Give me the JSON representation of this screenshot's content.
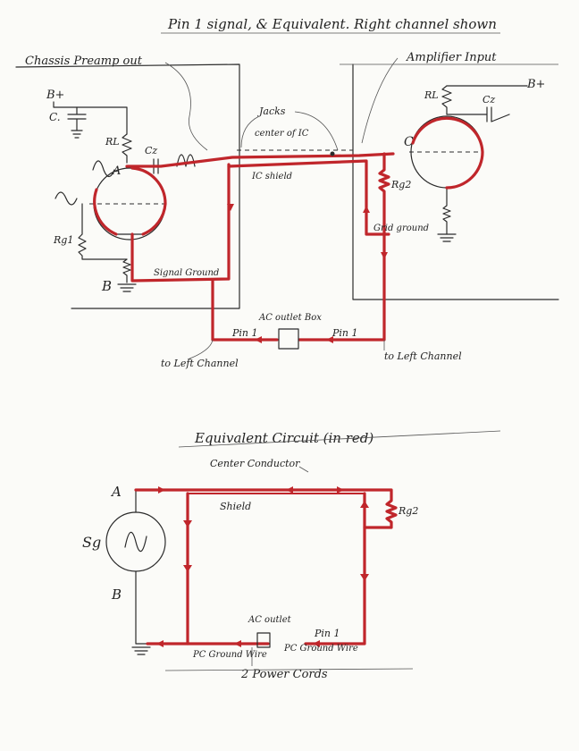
{
  "title": "Pin 1 signal, & Equivalent. Right channel shown",
  "top": {
    "chassis_label": "Chassis Preamp out",
    "amp_input_label": "Amplifier Input",
    "jacks_label": "Jacks",
    "center_label": "center of IC",
    "ic_shield_label": "IC shield",
    "signal_ground_label": "Signal Ground",
    "grid_ground_label": "Grid ground",
    "b_plus_left": "B+",
    "b_plus_right": "B+",
    "c_left": "C.",
    "rl_left": "RL",
    "rl_right": "RL",
    "cz_left": "Cz",
    "cz_right": "Cz",
    "a_node": "A",
    "b_node": "B",
    "c_node": "C",
    "rg1": "Rg1",
    "rg2": "Rg2",
    "ac_outlet_box": "AC outlet Box",
    "pin1_left": "Pin 1",
    "pin1_right": "Pin 1",
    "to_left_channel_1": "to Left Channel",
    "to_left_channel_2": "to Left Channel"
  },
  "bottom": {
    "title": "Equivalent Circuit (in red)",
    "center_conductor": "Center Conductor",
    "shield": "Shield",
    "rg2": "Rg2",
    "a_node": "A",
    "b_node": "B",
    "source": "Sg",
    "ac_outlet": "AC outlet",
    "pin1": "Pin 1",
    "pc_ground_wire_left": "PC Ground Wire",
    "pc_ground_wire_right": "PC Ground Wire",
    "power_cords": "2 Power Cords"
  }
}
